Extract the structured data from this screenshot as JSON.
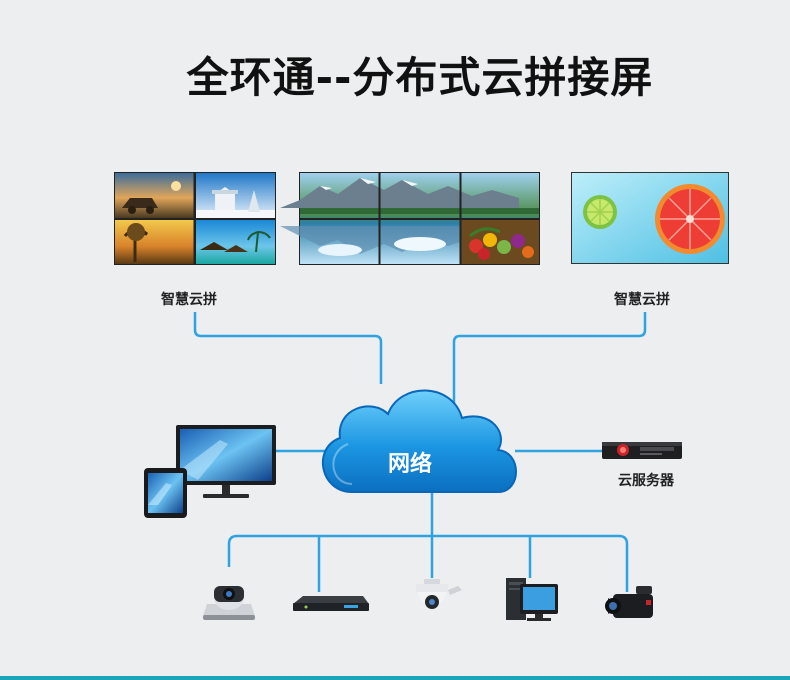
{
  "title": "全环通--分布式云拼接屏",
  "left_wall_label": "智慧云拼",
  "right_wall_label": "智慧云拼",
  "cloud_label": "网络",
  "server_label": "云服务器",
  "colors": {
    "line": "#2fa3e0",
    "cloud_dark": "#0e7fd0",
    "cloud_light": "#5bc4f5",
    "accent": "#1aa6b8"
  },
  "icons": [
    "video-wall-left",
    "video-wall-center",
    "video-wall-right",
    "monitor-tablet-icon",
    "server-icon",
    "conference-camera-icon",
    "dvr-icon",
    "dome-camera-icon",
    "desktop-pc-icon",
    "camcorder-icon"
  ]
}
